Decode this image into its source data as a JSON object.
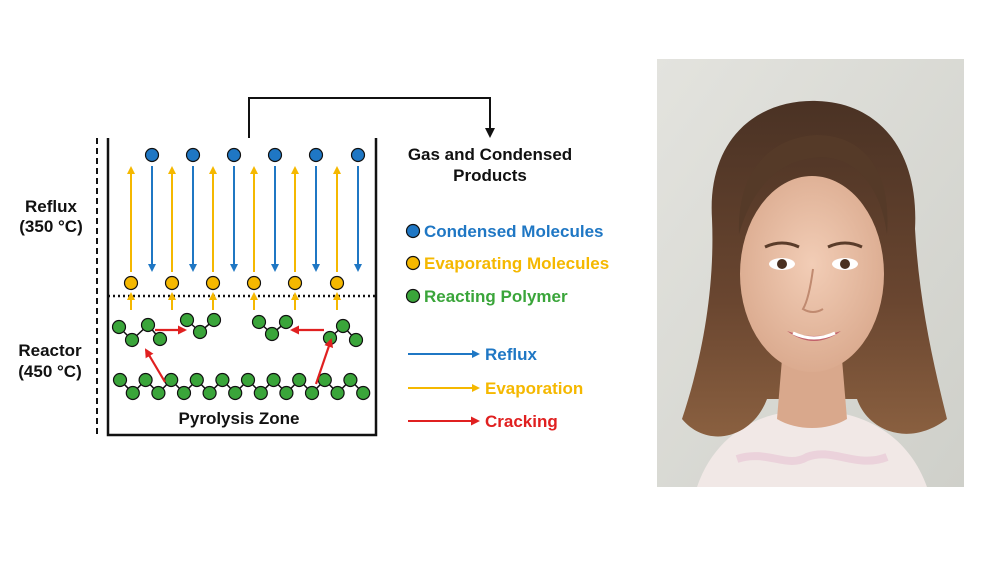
{
  "labels": {
    "reflux_zone": "Reflux",
    "reflux_temp": "(350 °C)",
    "reactor_zone": "Reactor",
    "reactor_temp": "(450 °C)",
    "pyrolysis_zone": "Pyrolysis Zone",
    "products_line1": "Gas and Condensed",
    "products_line2": "Products"
  },
  "legend": {
    "molecules": [
      {
        "label": "Condensed Molecules",
        "color": "#1f77c4"
      },
      {
        "label": "Evaporating Molecules",
        "color": "#f5b800"
      },
      {
        "label": "Reacting Polymer",
        "color": "#3aa53a"
      }
    ],
    "arrows": [
      {
        "label": "Reflux",
        "color": "#1f77c4"
      },
      {
        "label": "Evaporation",
        "color": "#f5b800"
      },
      {
        "label": "Cracking",
        "color": "#e02020"
      }
    ]
  },
  "colors": {
    "condensed": "#1f77c4",
    "evaporating": "#f5b800",
    "polymer": "#3aa53a",
    "cracking": "#e02020"
  },
  "photo": {
    "description_icon": "person-portrait"
  }
}
